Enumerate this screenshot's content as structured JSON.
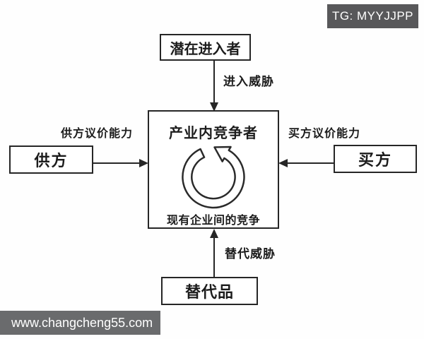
{
  "badge": {
    "text": "TG: MYYJJPP",
    "bg": "#58585a",
    "fg": "#ffffff"
  },
  "watermark": {
    "text": "www.changcheng55.com",
    "bg": "#6a6b6d",
    "fg": "#ffffff"
  },
  "diagram": {
    "type": "five-forces",
    "line_color": "#262626",
    "box_fill": "#ffffff",
    "center": {
      "title": "产业内竞争者",
      "subtitle": "现有企业间的竞争",
      "icon": "circular-arrow"
    },
    "nodes": {
      "top": {
        "label": "潜在进入者"
      },
      "left": {
        "label": "供方"
      },
      "right": {
        "label": "买方"
      },
      "bottom": {
        "label": "替代品"
      }
    },
    "arrows": [
      {
        "from": "top",
        "to": "center",
        "direction": "down",
        "label": "进入威胁"
      },
      {
        "from": "left",
        "to": "center",
        "direction": "right",
        "label": "供方议价能力"
      },
      {
        "from": "right",
        "to": "center",
        "direction": "left",
        "label": "买方议价能力"
      },
      {
        "from": "bottom",
        "to": "center",
        "direction": "up",
        "label": "替代威胁"
      }
    ]
  }
}
